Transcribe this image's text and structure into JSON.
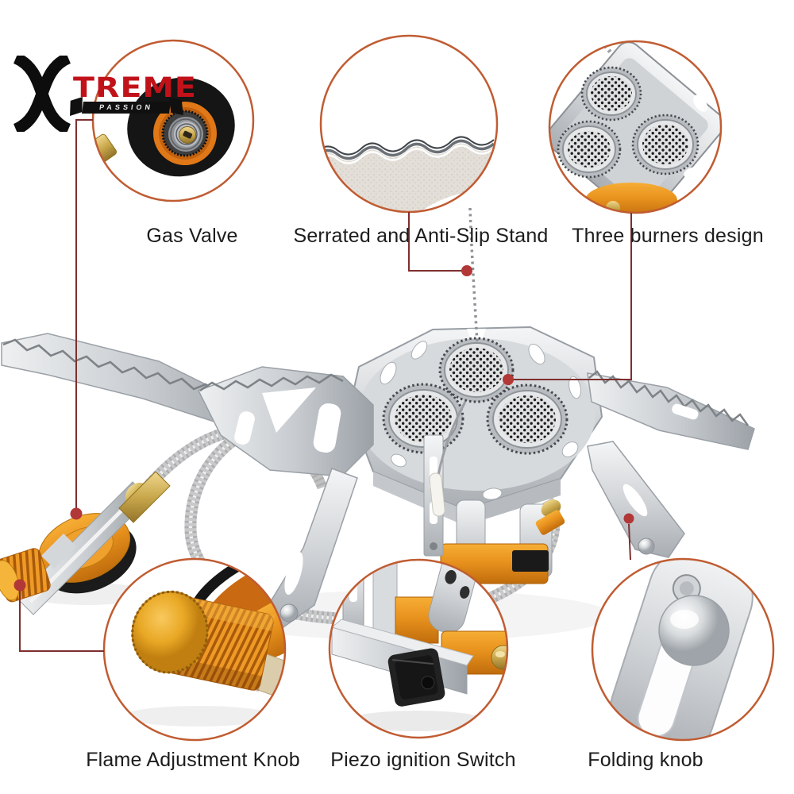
{
  "brand": {
    "letter": "X",
    "name": "TREME",
    "tagline": "PASSION",
    "color": "#c1121a"
  },
  "callouts": {
    "top": [
      {
        "id": "gas-valve",
        "label": "Gas Valve"
      },
      {
        "id": "serrated-stand",
        "label": "Serrated and Anti-Slip Stand"
      },
      {
        "id": "three-burners",
        "label": "Three burners design"
      }
    ],
    "bottom": [
      {
        "id": "flame-knob",
        "label": "Flame Adjustment Knob"
      },
      {
        "id": "piezo-switch",
        "label": "Piezo ignition Switch"
      },
      {
        "id": "folding-knob",
        "label": "Folding knob"
      }
    ]
  },
  "colors": {
    "callout_ring": "#c05c32",
    "leader_line": "#7e2f2f",
    "leader_dot": "#b23737",
    "product_orange": "#e8921e",
    "steel": "#c8ccd0",
    "label_text": "#1c1c1c"
  }
}
